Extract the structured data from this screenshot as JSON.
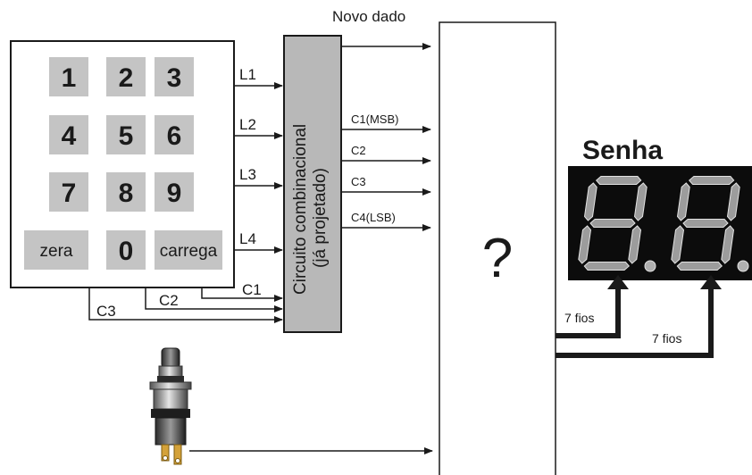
{
  "keypad": {
    "keys": [
      {
        "label": "1",
        "bold": true
      },
      {
        "label": "2",
        "bold": true
      },
      {
        "label": "3",
        "bold": true
      },
      {
        "label": "4",
        "bold": true
      },
      {
        "label": "5",
        "bold": true
      },
      {
        "label": "6",
        "bold": true
      },
      {
        "label": "7",
        "bold": true
      },
      {
        "label": "8",
        "bold": true
      },
      {
        "label": "9",
        "bold": true
      },
      {
        "label": "zera",
        "bold": false
      },
      {
        "label": "0",
        "bold": true
      },
      {
        "label": "carrega",
        "bold": false
      }
    ],
    "rows": [
      "L1",
      "L2",
      "L3",
      "L4"
    ],
    "cols": [
      "C1",
      "C2",
      "C3"
    ]
  },
  "combinational": {
    "line1": "Circuito combinacional",
    "line2": "(já projetado)",
    "outputs": [
      "C1(MSB)",
      "C2",
      "C3",
      "C4(LSB)"
    ]
  },
  "new_data_label": "Novo dado",
  "unknown_block": "?",
  "display": {
    "title": "Senha",
    "wires": [
      "7 fios",
      "7 fios"
    ]
  }
}
